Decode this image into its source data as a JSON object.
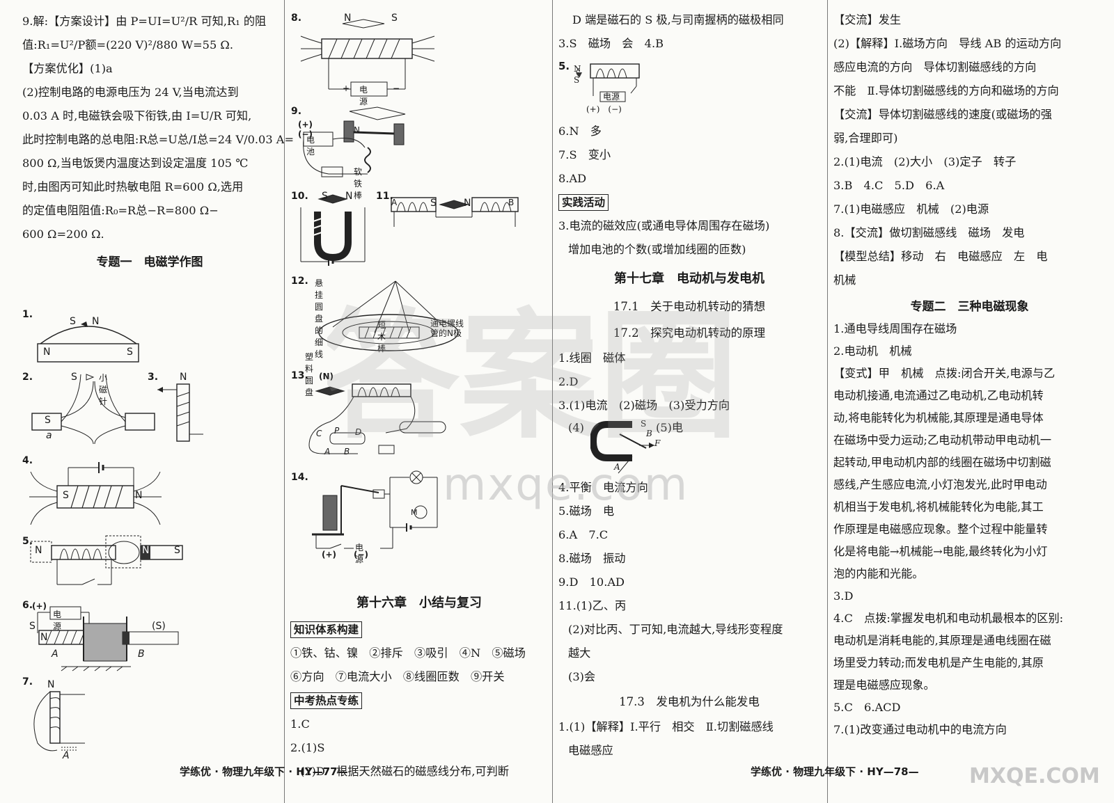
{
  "col1": {
    "lines": [
      "9.解:【方案设计】由 P=UI=U²/R 可知,R₁ 的阻",
      "值:R₁=U²/P额=(220 V)²/880 W=55 Ω.",
      "【方案优化】(1)a",
      "(2)控制电路的电源电压为 24 V,当电流达到",
      "0.03 A 时,电磁铁会吸下衔铁,由 I=U/R 可知,",
      "此时控制电路的总电阻:R总=U总/I总=24 V/0.03 A=",
      "800 Ω,当电饭煲内温度达到设定温度 105 ℃",
      "时,由图丙可知此时热敏电阻 R=600 Ω,选用",
      "的定值电阻阻值:R₀=R总−R=800 Ω−",
      "600 Ω=200 Ω."
    ],
    "heading": "专题一　电磁学作图",
    "fig_nums": [
      "1.",
      "2.",
      "3.",
      "4.",
      "5.",
      "6.",
      "7."
    ],
    "fig_labels": {
      "f1_s": "S",
      "f1_n": "N",
      "f1_N": "N",
      "f1_S": "S",
      "f2_s": "S",
      "f2_needle": "小磁针",
      "f2_S": "S",
      "f2_a": "a",
      "f3_n": "N",
      "f4_s": "S",
      "f4_n": "N",
      "f5_n": "N",
      "f5_N": "N",
      "f5_S": "S",
      "f6_plus": "(+)",
      "f6_src": "电源",
      "f6_S": "S",
      "f6_N": "N",
      "f6_paren_s": "(S)",
      "f6_A": "A",
      "f6_B": "B",
      "f7_n": "N",
      "f7_A": "A"
    }
  },
  "col2": {
    "fig_nums": [
      "8.",
      "9.",
      "10.",
      "11.",
      "12.",
      "13.",
      "14."
    ],
    "fig_labels": {
      "f8_n": "N",
      "f8_s": "S",
      "f8_src": "电源",
      "f8_plus": "+",
      "f8_minus": "−",
      "f9_pm": "(+) (−)",
      "f9_bat": "电池",
      "f9_N": "N",
      "f9_iron": "软铁棒",
      "f10_s": "S",
      "f10_n": "N",
      "f11_a": "A",
      "f11_s": "S",
      "f11_n": "N",
      "f11_b": "B",
      "f12_thread": "悬挂圆盘的细线",
      "f12_wood": "短木棒",
      "f12_plastic": "塑料圆盘",
      "f12_north": "通电螺线管的N极",
      "f13_n": "(N)",
      "f13_c": "C",
      "f13_p": "P",
      "f13_d": "D",
      "f13_a": "A",
      "f13_b": "B",
      "f14_src": "电源",
      "f14_plus": "(+)",
      "f14_minus": "(−)",
      "f14_m": "M"
    },
    "chapter": "第十六章　小结与复习",
    "box1": "知识体系构建",
    "k1": "①铁、钴、镍　②排斥　③吸引　④N　⑤磁场",
    "k2": "⑥方向　⑦电流大小　⑧线圈匝数　⑨开关",
    "box2": "中考热点专练",
    "a1": "1.C",
    "a2": "2.(1)S",
    "a3": "(2)D　根据天然磁石的磁感线分布,可判断"
  },
  "col3": {
    "l1": "D 端是磁石的 S 极,与司南握柄的磁极相同",
    "l2": "3.S　磁场　会　4.B",
    "f5_num": "5.",
    "f5": {
      "n": "N",
      "s": "S",
      "src": "电源",
      "pm": "(+)　(−)"
    },
    "l3": "6.N　多",
    "l4": "7.S　变小",
    "l5": "8.AD",
    "box": "实践活动",
    "l6": "3.电流的磁效应(或通电导体周围存在磁场)",
    "l7": "增加电池的个数(或增加线圈的匝数)",
    "chapter": "第十七章　电动机与发电机",
    "s1": "17.1　关于电动机转动的猜想",
    "s2": "17.2　探究电动机转动的原理",
    "l8": "1.线圈　磁体",
    "l9": "2.D",
    "l10": "3.(1)电流　(2)磁场　(3)受力方向",
    "l11a": "(4)",
    "l11b": "(5)电",
    "f4": {
      "s": "S",
      "b": "B",
      "f": "F",
      "a": "A"
    },
    "l12": "4.平衡　电流方向",
    "l13": "5.磁场　电",
    "l14": "6.A　7.C",
    "l15": "8.磁场　振动",
    "l16": "9.D　10.AD",
    "l17": "11.(1)乙、丙",
    "l18": "(2)对比丙、丁可知,电流越大,导线形变程度",
    "l19": "越大",
    "l20": "(3)会",
    "s3": "17.3　发电机为什么能发电",
    "l21": "1.(1)【解释】Ⅰ.平行　相交　Ⅱ.切割磁感线",
    "l22": "电磁感应"
  },
  "col4": {
    "lines": [
      "【交流】发生",
      "(2)【解释】Ⅰ.磁场方向　导线 AB 的运动方向",
      "感应电流的方向　导体切割磁感线的方向",
      "不能　Ⅱ.导体切割磁感线的方向和磁场的方向",
      "【交流】导体切割磁感线的速度(或磁场的强",
      "弱,合理即可)",
      "2.(1)电流　(2)大小　(3)定子　转子",
      "3.B　4.C　5.D　6.A",
      "7.(1)电磁感应　机械　(2)电源",
      "8.【交流】做切割磁感线　磁场　发电",
      "【模型总结】移动　右　电磁感应　左　电",
      "机械"
    ],
    "heading": "专题二　三种电磁现象",
    "lines2": [
      "1.通电导线周围存在磁场",
      "2.电动机　机械",
      "【变式】甲　机械　点拨:闭合开关,电源与乙",
      "电动机接通,电流通过乙电动机,乙电动机转",
      "动,将电能转化为机械能,其原理是通电导体",
      "在磁场中受力运动;乙电动机带动甲电动机一",
      "起转动,甲电动机内部的线圈在磁场中切割磁",
      "感线,产生感应电流,小灯泡发光,此时甲电动",
      "机相当于发电机,将机械能转化为电能,其工",
      "作原理是电磁感应现象。整个过程中能量转",
      "化是将电能→机械能→电能,最终转化为小灯",
      "泡的内能和光能。",
      "3.D",
      "4.C　点拨:掌握发电机和电动机最根本的区别:",
      "电动机是消耗电能的,其原理是通电线圈在磁",
      "场里受力转动;而发电机是产生电能的,其原",
      "理是电磁感应现象。",
      "5.C　6.ACD",
      "7.(1)改变通过电动机中的电流方向"
    ]
  },
  "footer": {
    "left": "学练优 · 物理九年级下 · HY—77—",
    "right": "学练优 · 物理九年级下 · HY—78—"
  },
  "watermark": {
    "big": "答案圈",
    "url": "mxqe.com",
    "corner": "MXQE.COM"
  }
}
